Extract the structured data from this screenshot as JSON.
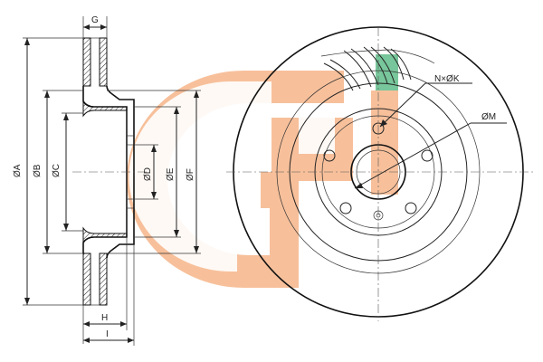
{
  "dimensions": {
    "side_view": {
      "top_labels": [
        "G"
      ],
      "bottom_labels": [
        "H",
        "I"
      ],
      "diameter_labels": [
        "ØA",
        "ØB",
        "ØC",
        "ØD",
        "ØE",
        "ØF"
      ]
    },
    "front_view": {
      "bolt_holes_label": "N×ØK",
      "center_bore_label": "ØM"
    }
  },
  "colors": {
    "watermark_orange": "#f6b68a",
    "watermark_green": "#4fb57c",
    "line": "#222222"
  }
}
